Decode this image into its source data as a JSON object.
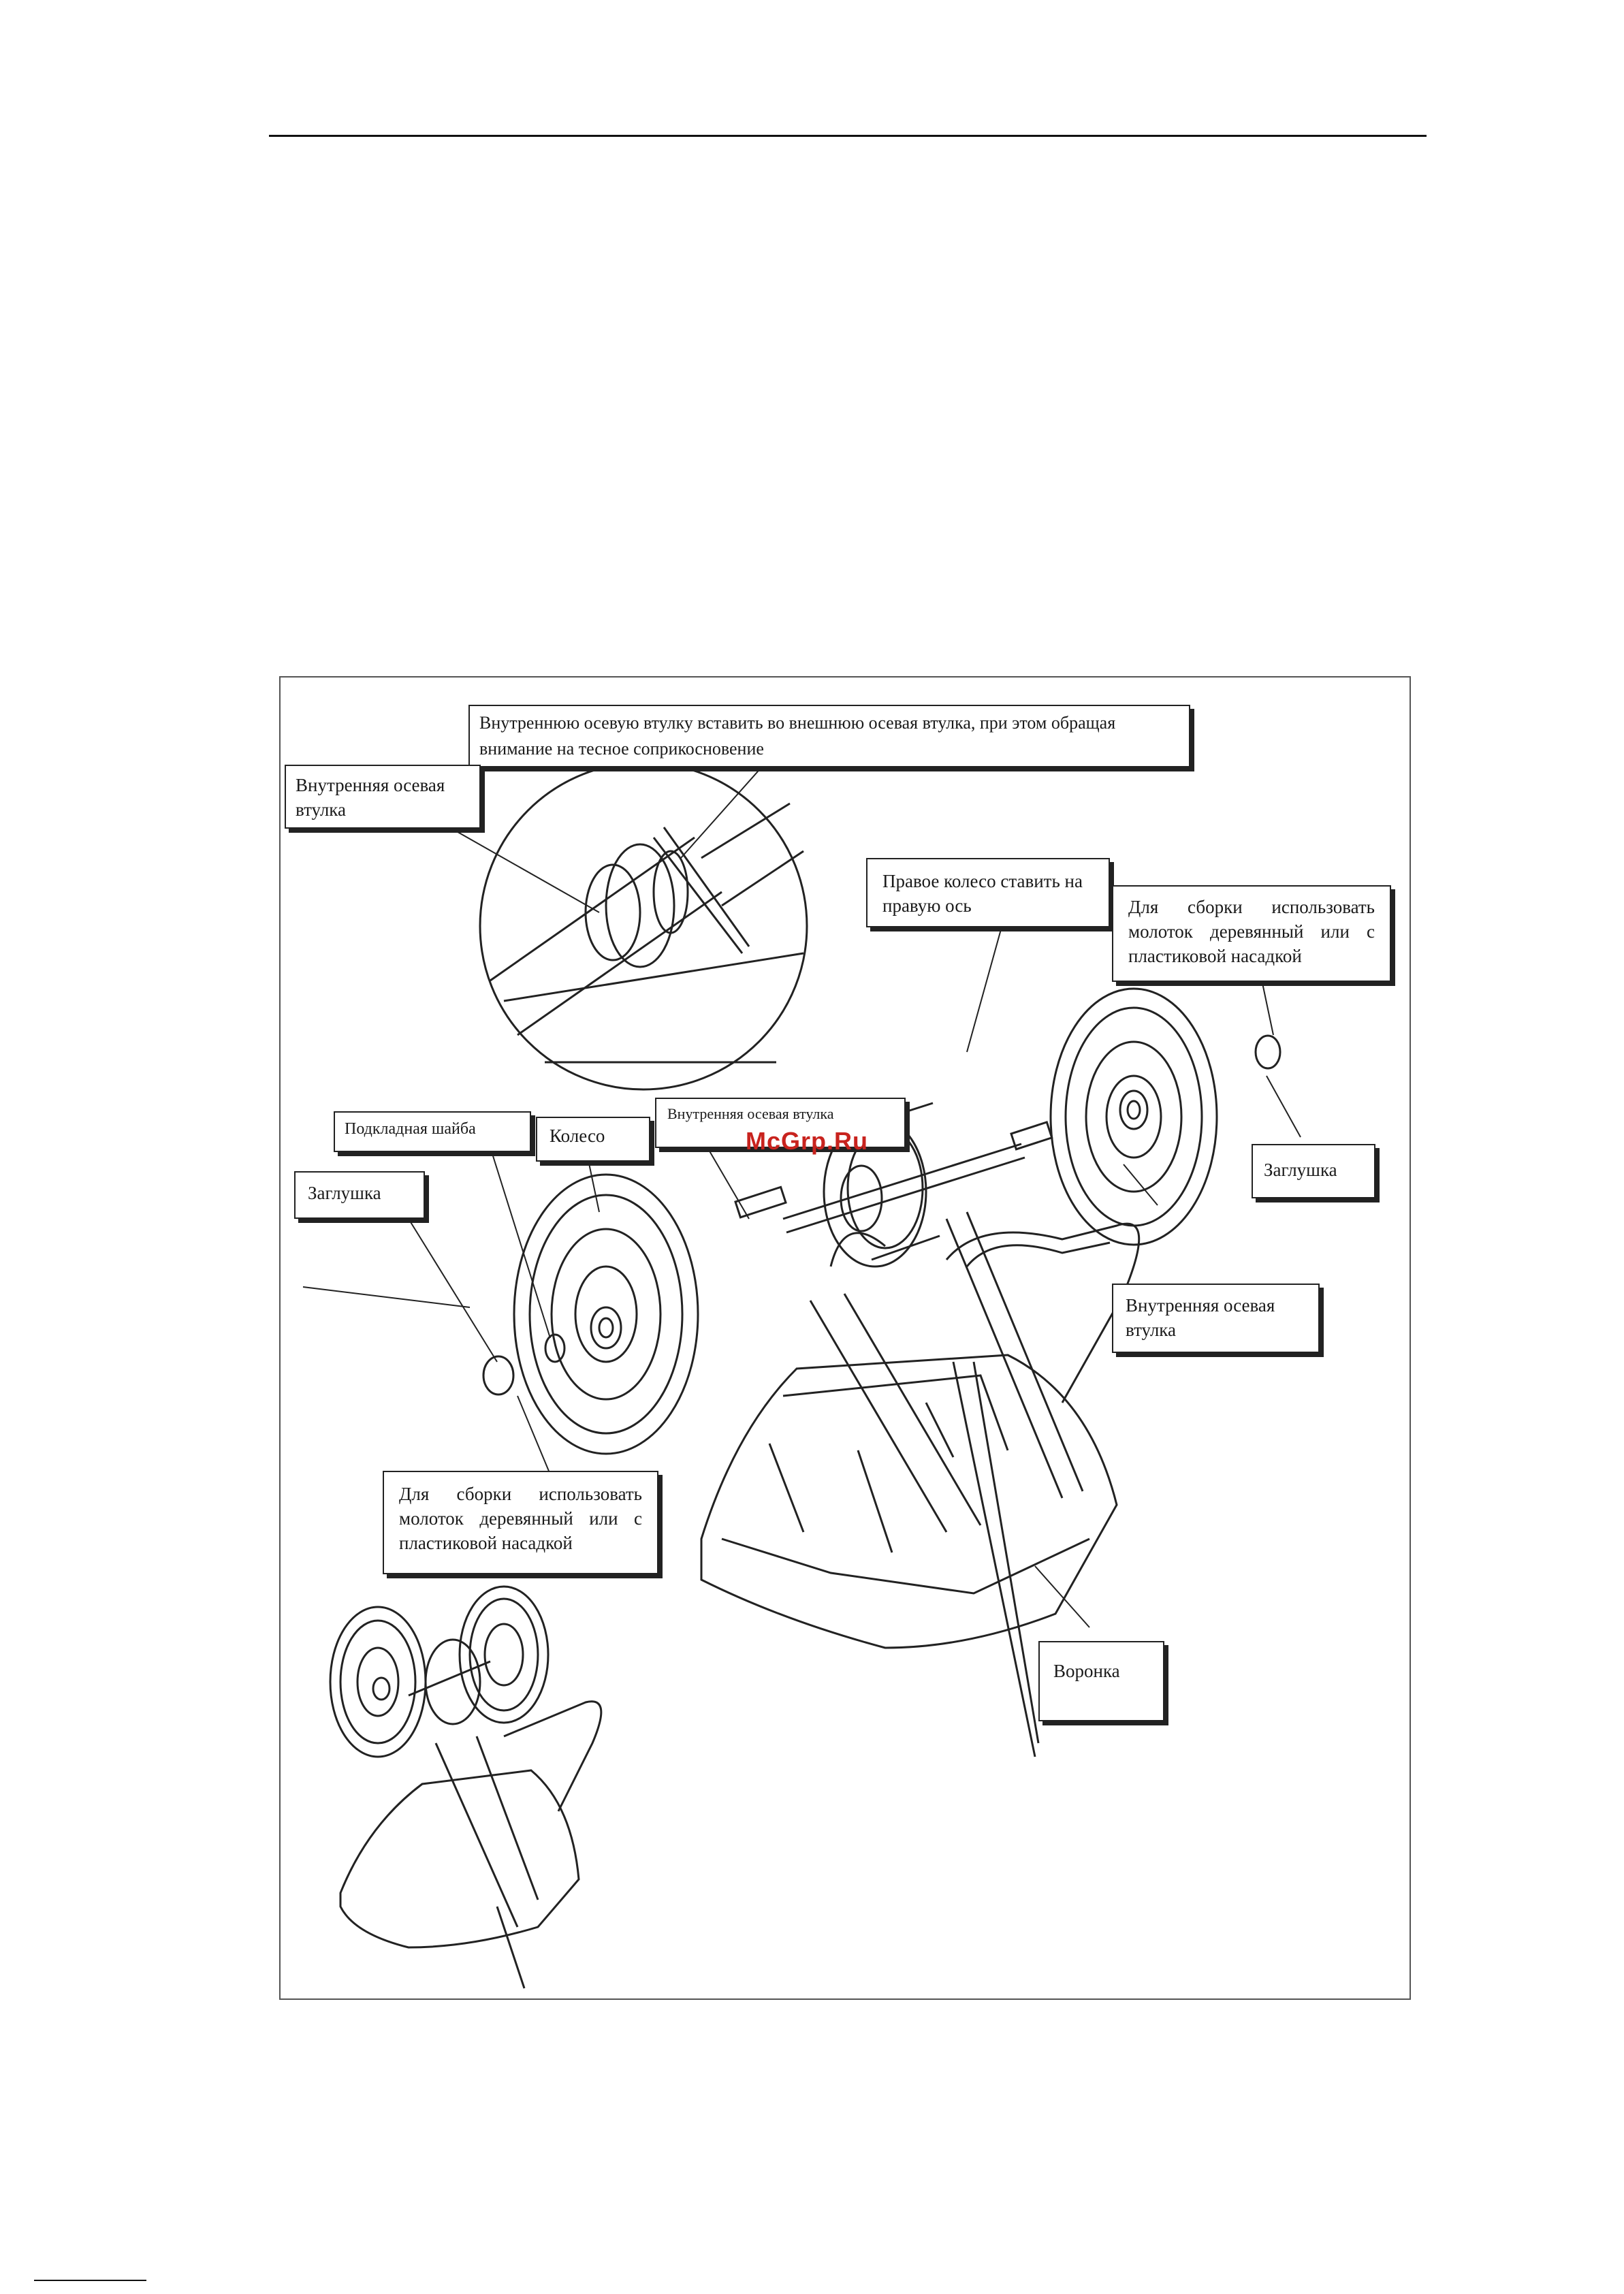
{
  "callouts": {
    "insert_instruction": "Внутреннюю осевую втулку вставить во внешнюю осевая втулка, при этом обращая внимание на тесное соприкосновение",
    "inner_bushing_top": "Внутренняя осевая втулка",
    "right_wheel": "Правое колесо ставить на правую ось",
    "hammer_right": "Для сборки использовать молоток деревянный или с пластиковой насадкой",
    "washer": "Подкладная шайба",
    "wheel": "Колесо",
    "inner_bushing_mid": "Внутренняя осевая втулка",
    "plug_left": "Заглушка",
    "plug_right": "Заглушка",
    "inner_bushing_right": "Внутренняя осевая втулка",
    "hammer_left": "Для сборки использовать молоток деревянный или с пластиковой насадкой",
    "hopper": "Воронка"
  },
  "watermark": "McGrp.Ru"
}
